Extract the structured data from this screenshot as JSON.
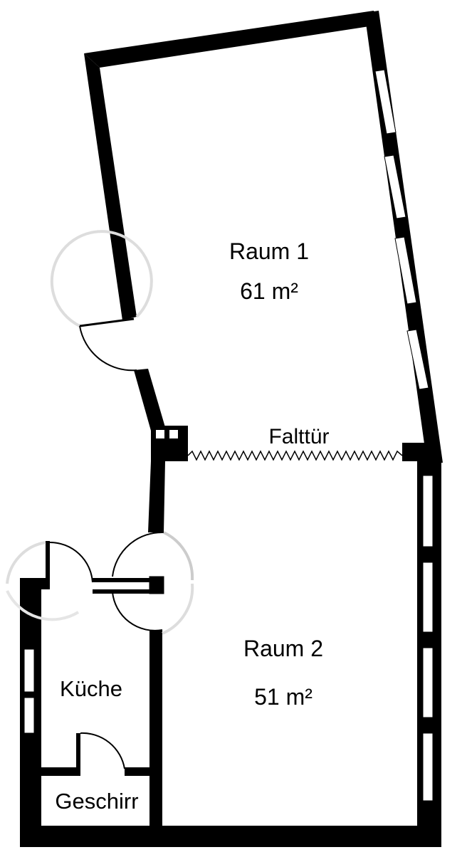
{
  "plan": {
    "rooms": [
      {
        "id": "raum1",
        "name": "Raum 1",
        "area": "61 m²"
      },
      {
        "id": "raum2",
        "name": "Raum 2",
        "area": "51 m²"
      },
      {
        "id": "kueche",
        "name": "Küche"
      },
      {
        "id": "geschirr",
        "name": "Geschirr"
      }
    ],
    "folding_door_label": "Falttür"
  },
  "colors": {
    "wall": "#000000",
    "background": "#ffffff",
    "window_glass": "#ffffff"
  }
}
